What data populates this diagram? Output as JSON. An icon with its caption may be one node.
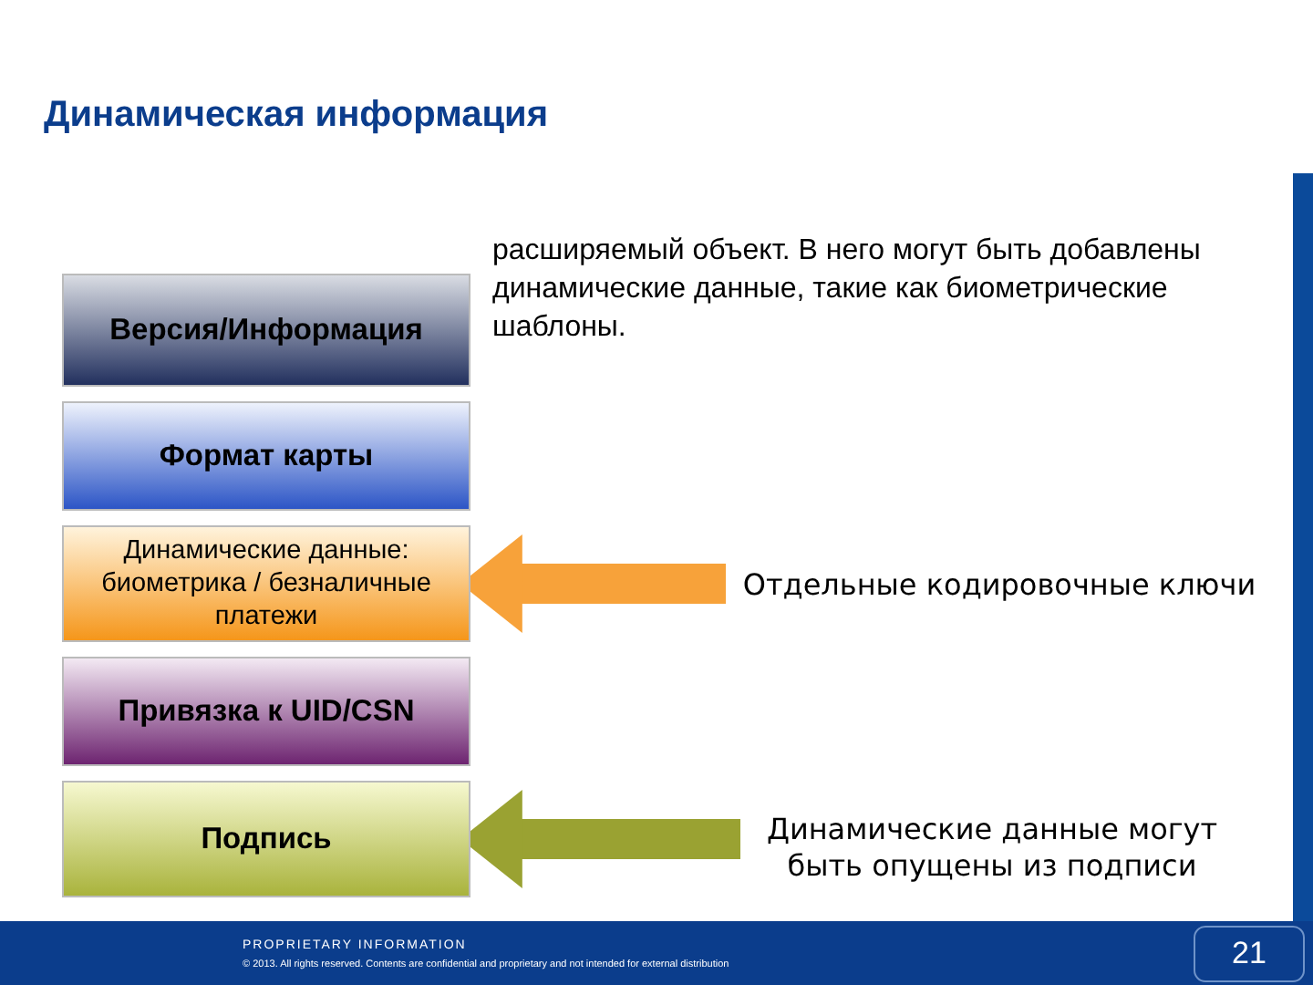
{
  "diagram": {
    "title": "Динамическая информация",
    "nodes": [
      {
        "text": [
          "Версия/Информация"
        ]
      },
      {
        "text": [
          "Формат карты"
        ]
      },
      {
        "text": [
          "Динамические данные: биометрика / безналичные платежи"
        ]
      },
      {
        "text": [
          "Привязка к UID/CSN"
        ]
      },
      {
        "text": [
          "Подпись"
        ]
      },
      {
        "text": [
          "Отдельные кодировочные ключи"
        ]
      },
      {
        "text": [
          "Динамические данные могут быть опущены из подписи"
        ]
      }
    ],
    "edges": [
      {
        "from": 5,
        "to": 2,
        "arrow": "to",
        "color": "#f7a23a"
      },
      {
        "from": 6,
        "to": 4,
        "arrow": "to",
        "color": "#9aa232"
      }
    ],
    "labels": [
      "расширяемый объект. В него могут быть добавлены динамические данные, такие как биометрические шаблоны.",
      "PROPRIETARY INFORMATION",
      "© 2013. All rights reserved. Contents are confidential and proprietary and not intended for external distribution",
      "21"
    ]
  }
}
